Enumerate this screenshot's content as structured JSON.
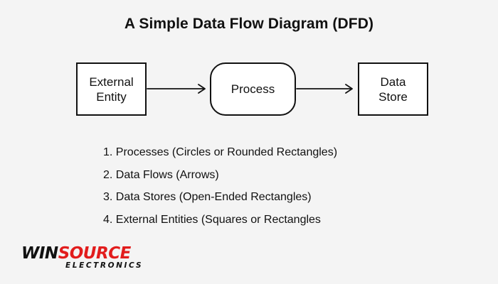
{
  "title": "A Simple Data Flow Diagram (DFD)",
  "diagram": {
    "external_entity": "External\nEntity",
    "process": "Process",
    "data_store": "Data\nStore"
  },
  "list": [
    "1. Processes (Circles or Rounded Rectangles)",
    "2. Data Flows (Arrows)",
    "3. Data Stores (Open-Ended Rectangles)",
    "4. External Entities (Squares or Rectangles"
  ],
  "logo": {
    "brand_left": "WIN",
    "brand_right": "SOURCE",
    "subtitle": "ELECTRONICS"
  },
  "colors": {
    "background": "#f4f4f4",
    "brand_red": "#e21c1c",
    "stroke": "#111111"
  }
}
